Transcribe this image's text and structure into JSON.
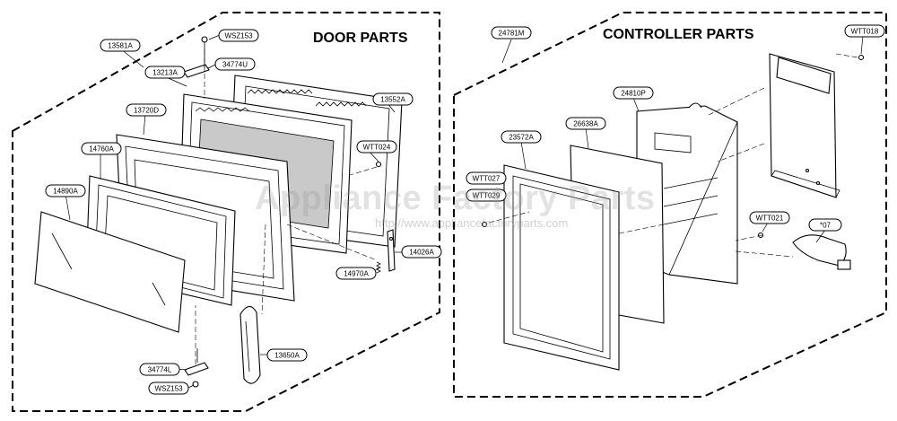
{
  "sections": {
    "door_title": "DOOR PARTS",
    "controller_title": "CONTROLLER PARTS"
  },
  "watermark": {
    "brand": "Appliance Factory Parts",
    "url": "http://www.appliancefactoryparts.com"
  },
  "door_labels": {
    "l13581A": "13581A",
    "lWSZ153a": "WSZ153",
    "l34774U": "34774U",
    "l13213A": "13213A",
    "l13552A": "13552A",
    "l13720D": "13720D",
    "lWTT024": "WTT024",
    "l14760A": "14760A",
    "l14890A": "14890A",
    "l14026A": "14026A",
    "l14970A": "14970A",
    "l13650A": "13650A",
    "l34774L": "34774L",
    "lWSZ153b": "WSZ153"
  },
  "controller_labels": {
    "l24781M": "24781M",
    "lWTT018": "WTT018",
    "l24810P": "24810P",
    "l26638A": "26638A",
    "l23572A": "23572A",
    "lWTT027": "WTT027",
    "lWTT029": "WTT029",
    "lWTT021": "WTT021",
    "l07": "*07"
  }
}
